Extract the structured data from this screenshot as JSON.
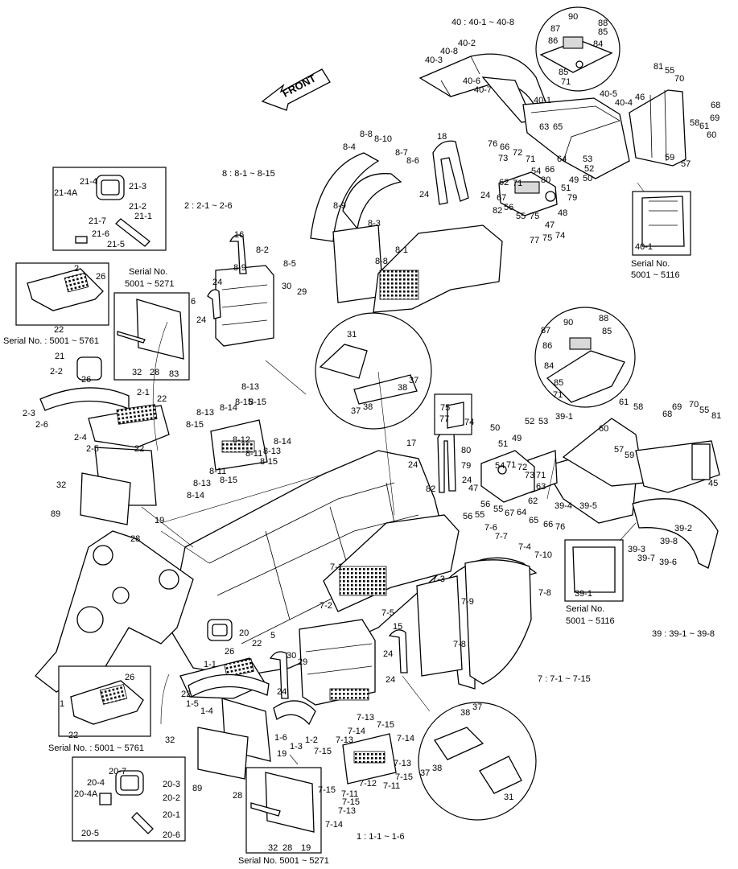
{
  "labels": {
    "front": "FRONT",
    "group_40": "40 : 40-1 ~ 40-8",
    "group_8": "8 : 8-1 ~ 8-15",
    "group_2": "2 : 2-1 ~ 2-6",
    "group_39": "39 : 39-1 ~ 39-8",
    "group_7": "7 : 7-1 ~ 7-15",
    "group_1": "1 : 1-1 ~ 1-6",
    "serial_top_right_a": "Serial No.",
    "serial_top_right_b": "5001 ~ 5116",
    "serial_mid_right_a": "Serial No.",
    "serial_mid_right_b": "5001 ~ 5116",
    "serial_left_5761_a": "Serial No. : 5001 ~ 5761",
    "serial_left_5271_a": "Serial No.",
    "serial_left_5271_b": "5001 ~ 5271",
    "serial_bottom_5761": "Serial No. : 5001 ~ 5761",
    "serial_bottom_5271": "Serial No. 5001 ~ 5271"
  },
  "callouts": [
    {
      "id": "c1",
      "text": "40-3"
    },
    {
      "id": "c2",
      "text": "40-8"
    },
    {
      "id": "c3",
      "text": "40-2"
    },
    {
      "id": "c4",
      "text": "40-6"
    },
    {
      "id": "c5",
      "text": "40-7"
    },
    {
      "id": "c6",
      "text": "40-1"
    },
    {
      "id": "c7",
      "text": "40-5"
    },
    {
      "id": "c8",
      "text": "40-4"
    },
    {
      "id": "c9",
      "text": "46"
    },
    {
      "id": "c10",
      "text": "90"
    },
    {
      "id": "c11",
      "text": "88"
    },
    {
      "id": "c12",
      "text": "87"
    },
    {
      "id": "c13",
      "text": "85"
    },
    {
      "id": "c14",
      "text": "86"
    },
    {
      "id": "c15",
      "text": "84"
    },
    {
      "id": "c16",
      "text": "85"
    },
    {
      "id": "c17",
      "text": "71"
    },
    {
      "id": "c18",
      "text": "81"
    },
    {
      "id": "c19",
      "text": "55"
    },
    {
      "id": "c20",
      "text": "70"
    },
    {
      "id": "c21",
      "text": "68"
    },
    {
      "id": "c22",
      "text": "69"
    },
    {
      "id": "c23",
      "text": "58"
    },
    {
      "id": "c24",
      "text": "61"
    },
    {
      "id": "c25",
      "text": "60"
    },
    {
      "id": "c26",
      "text": "59"
    },
    {
      "id": "c27",
      "text": "57"
    },
    {
      "id": "c28",
      "text": "63"
    },
    {
      "id": "c29",
      "text": "65"
    },
    {
      "id": "c30",
      "text": "76"
    },
    {
      "id": "c31",
      "text": "66"
    },
    {
      "id": "c32",
      "text": "73"
    },
    {
      "id": "c33",
      "text": "72"
    },
    {
      "id": "c34",
      "text": "71"
    },
    {
      "id": "c35",
      "text": "64"
    },
    {
      "id": "c36",
      "text": "53"
    },
    {
      "id": "c37",
      "text": "52"
    },
    {
      "id": "c38",
      "text": "50"
    },
    {
      "id": "c39",
      "text": "66"
    },
    {
      "id": "c40",
      "text": "49"
    },
    {
      "id": "c41",
      "text": "54"
    },
    {
      "id": "c42",
      "text": "80"
    },
    {
      "id": "c43",
      "text": "51"
    },
    {
      "id": "c44",
      "text": "62"
    },
    {
      "id": "c45",
      "text": "71"
    },
    {
      "id": "c46",
      "text": "67"
    },
    {
      "id": "c47",
      "text": "79"
    },
    {
      "id": "c48",
      "text": "56"
    },
    {
      "id": "c49",
      "text": "55"
    },
    {
      "id": "c50",
      "text": "75"
    },
    {
      "id": "c51",
      "text": "48"
    },
    {
      "id": "c52",
      "text": "47"
    },
    {
      "id": "c53",
      "text": "77"
    },
    {
      "id": "c54",
      "text": "75"
    },
    {
      "id": "c55",
      "text": "74"
    },
    {
      "id": "c56",
      "text": "40-1"
    },
    {
      "id": "c57",
      "text": "8-8"
    },
    {
      "id": "c58",
      "text": "8-10"
    },
    {
      "id": "c59",
      "text": "8-4"
    },
    {
      "id": "c60",
      "text": "8-7"
    },
    {
      "id": "c61",
      "text": "8-6"
    },
    {
      "id": "c62",
      "text": "18"
    },
    {
      "id": "c63",
      "text": "24"
    },
    {
      "id": "c64",
      "text": "24"
    },
    {
      "id": "c65",
      "text": "8-9"
    },
    {
      "id": "c66",
      "text": "82"
    },
    {
      "id": "c67",
      "text": "8-3"
    },
    {
      "id": "c68",
      "text": "8-1"
    },
    {
      "id": "c69",
      "text": "8-8"
    },
    {
      "id": "c70",
      "text": "21-4"
    },
    {
      "id": "c71",
      "text": "21-3"
    },
    {
      "id": "c72",
      "text": "21-4A"
    },
    {
      "id": "c73",
      "text": "21-2"
    },
    {
      "id": "c74",
      "text": "21-7"
    },
    {
      "id": "c75",
      "text": "21-1"
    },
    {
      "id": "c76",
      "text": "21-6"
    },
    {
      "id": "c77",
      "text": "21-5"
    },
    {
      "id": "c78",
      "text": "16"
    },
    {
      "id": "c79",
      "text": "8-2"
    },
    {
      "id": "c80",
      "text": "8-5"
    },
    {
      "id": "c81",
      "text": "8-9"
    },
    {
      "id": "c82",
      "text": "24"
    },
    {
      "id": "c83",
      "text": "30"
    },
    {
      "id": "c84",
      "text": "29"
    },
    {
      "id": "c85",
      "text": "6"
    },
    {
      "id": "c86",
      "text": "24"
    },
    {
      "id": "c87",
      "text": "2"
    },
    {
      "id": "c88",
      "text": "26"
    },
    {
      "id": "c89",
      "text": "22"
    },
    {
      "id": "c90",
      "text": "Serial No."
    },
    {
      "id": "c91",
      "text": "5001 ~ 5271"
    },
    {
      "id": "c92",
      "text": "32"
    },
    {
      "id": "c93",
      "text": "28"
    },
    {
      "id": "c94",
      "text": "83"
    },
    {
      "id": "c95",
      "text": "31"
    },
    {
      "id": "c96",
      "text": "37"
    },
    {
      "id": "c97",
      "text": "38"
    },
    {
      "id": "c98",
      "text": "37"
    },
    {
      "id": "c99",
      "text": "38"
    },
    {
      "id": "c100",
      "text": "21"
    },
    {
      "id": "c101",
      "text": "2-2"
    },
    {
      "id": "c102",
      "text": "26"
    },
    {
      "id": "c103",
      "text": "2-1"
    },
    {
      "id": "c104",
      "text": "22"
    },
    {
      "id": "c105",
      "text": "2-3"
    },
    {
      "id": "c106",
      "text": "2-6"
    },
    {
      "id": "c107",
      "text": "2-4"
    },
    {
      "id": "c108",
      "text": "2-5"
    },
    {
      "id": "c109",
      "text": "22"
    },
    {
      "id": "c110",
      "text": "32"
    },
    {
      "id": "c111",
      "text": "89"
    },
    {
      "id": "c112",
      "text": "19"
    },
    {
      "id": "c113",
      "text": "28"
    },
    {
      "id": "c114",
      "text": "8-13"
    },
    {
      "id": "c115",
      "text": "8-14"
    },
    {
      "id": "c116",
      "text": "8-15"
    },
    {
      "id": "c117",
      "text": "8-13"
    },
    {
      "id": "c118",
      "text": "8-15"
    },
    {
      "id": "c119",
      "text": "8-15"
    },
    {
      "id": "c120",
      "text": "8-12"
    },
    {
      "id": "c121",
      "text": "8-11"
    },
    {
      "id": "c122",
      "text": "8-14"
    },
    {
      "id": "c123",
      "text": "8-13"
    },
    {
      "id": "c124",
      "text": "8-15"
    },
    {
      "id": "c125",
      "text": "8-11"
    },
    {
      "id": "c126",
      "text": "8-13"
    },
    {
      "id": "c127",
      "text": "8-14"
    },
    {
      "id": "c128",
      "text": "8-15"
    },
    {
      "id": "c129",
      "text": "75"
    },
    {
      "id": "c130",
      "text": "77"
    },
    {
      "id": "c131",
      "text": "74"
    },
    {
      "id": "c132",
      "text": "17"
    },
    {
      "id": "c133",
      "text": "80"
    },
    {
      "id": "c134",
      "text": "24"
    },
    {
      "id": "c135",
      "text": "79"
    },
    {
      "id": "c136",
      "text": "24"
    },
    {
      "id": "c137",
      "text": "82"
    },
    {
      "id": "c138",
      "text": "47"
    },
    {
      "id": "c139",
      "text": "55"
    },
    {
      "id": "c140",
      "text": "50"
    },
    {
      "id": "c141",
      "text": "52"
    },
    {
      "id": "c142",
      "text": "53"
    },
    {
      "id": "c143",
      "text": "49"
    },
    {
      "id": "c144",
      "text": "51"
    },
    {
      "id": "c145",
      "text": "54"
    },
    {
      "id": "c146",
      "text": "71"
    },
    {
      "id": "c147",
      "text": "72"
    },
    {
      "id": "c148",
      "text": "73"
    },
    {
      "id": "c149",
      "text": "71"
    },
    {
      "id": "c150",
      "text": "63"
    },
    {
      "id": "c151",
      "text": "56"
    },
    {
      "id": "c152",
      "text": "55"
    },
    {
      "id": "c153",
      "text": "67"
    },
    {
      "id": "c154",
      "text": "64"
    },
    {
      "id": "c155",
      "text": "62"
    },
    {
      "id": "c156",
      "text": "65"
    },
    {
      "id": "c157",
      "text": "66"
    },
    {
      "id": "c158",
      "text": "76"
    },
    {
      "id": "c159",
      "text": "56"
    },
    {
      "id": "c160",
      "text": "39-1"
    },
    {
      "id": "c161",
      "text": "39-4"
    },
    {
      "id": "c162",
      "text": "39-5"
    },
    {
      "id": "c163",
      "text": "90"
    },
    {
      "id": "c164",
      "text": "88"
    },
    {
      "id": "c165",
      "text": "87"
    },
    {
      "id": "c166",
      "text": "85"
    },
    {
      "id": "c167",
      "text": "86"
    },
    {
      "id": "c168",
      "text": "84"
    },
    {
      "id": "c169",
      "text": "85"
    },
    {
      "id": "c170",
      "text": "71"
    },
    {
      "id": "c171",
      "text": "61"
    },
    {
      "id": "c172",
      "text": "58"
    },
    {
      "id": "c173",
      "text": "69"
    },
    {
      "id": "c174",
      "text": "70"
    },
    {
      "id": "c175",
      "text": "68"
    },
    {
      "id": "c176",
      "text": "55"
    },
    {
      "id": "c177",
      "text": "81"
    },
    {
      "id": "c178",
      "text": "60"
    },
    {
      "id": "c179",
      "text": "57"
    },
    {
      "id": "c180",
      "text": "59"
    },
    {
      "id": "c181",
      "text": "45"
    },
    {
      "id": "c182",
      "text": "39-2"
    },
    {
      "id": "c183",
      "text": "39-8"
    },
    {
      "id": "c184",
      "text": "39-3"
    },
    {
      "id": "c185",
      "text": "39-7"
    },
    {
      "id": "c186",
      "text": "39-6"
    },
    {
      "id": "c187",
      "text": "39-1"
    },
    {
      "id": "c188",
      "text": "7-6"
    },
    {
      "id": "c189",
      "text": "7-7"
    },
    {
      "id": "c190",
      "text": "7-4"
    },
    {
      "id": "c191",
      "text": "7-10"
    },
    {
      "id": "c192",
      "text": "7-3"
    },
    {
      "id": "c193",
      "text": "7-9"
    },
    {
      "id": "c194",
      "text": "7-8"
    },
    {
      "id": "c195",
      "text": "7-1"
    },
    {
      "id": "c196",
      "text": "7-8"
    },
    {
      "id": "c197",
      "text": "7-2"
    },
    {
      "id": "c198",
      "text": "7-5"
    },
    {
      "id": "c199",
      "text": "15"
    },
    {
      "id": "c200",
      "text": "24"
    },
    {
      "id": "c201",
      "text": "24"
    },
    {
      "id": "c202",
      "text": "5"
    },
    {
      "id": "c203",
      "text": "30"
    },
    {
      "id": "c204",
      "text": "29"
    },
    {
      "id": "c205",
      "text": "20"
    },
    {
      "id": "c206",
      "text": "26"
    },
    {
      "id": "c207",
      "text": "22"
    },
    {
      "id": "c208",
      "text": "1-1"
    },
    {
      "id": "c209",
      "text": "26"
    },
    {
      "id": "c210",
      "text": "1"
    },
    {
      "id": "c211",
      "text": "22"
    },
    {
      "id": "c212",
      "text": "22"
    },
    {
      "id": "c213",
      "text": "1-5"
    },
    {
      "id": "c214",
      "text": "1-4"
    },
    {
      "id": "c215",
      "text": "24"
    },
    {
      "id": "c216",
      "text": "1-6"
    },
    {
      "id": "c217",
      "text": "1-3"
    },
    {
      "id": "c218",
      "text": "1-2"
    },
    {
      "id": "c219",
      "text": "32"
    },
    {
      "id": "c220",
      "text": "19"
    },
    {
      "id": "c221",
      "text": "89"
    },
    {
      "id": "c222",
      "text": "28"
    },
    {
      "id": "c223",
      "text": "7-13"
    },
    {
      "id": "c224",
      "text": "7-15"
    },
    {
      "id": "c225",
      "text": "7-14"
    },
    {
      "id": "c226",
      "text": "7-13"
    },
    {
      "id": "c227",
      "text": "7-15"
    },
    {
      "id": "c228",
      "text": "7-14"
    },
    {
      "id": "c229",
      "text": "7-13"
    },
    {
      "id": "c230",
      "text": "7-15"
    },
    {
      "id": "c231",
      "text": "7-12"
    },
    {
      "id": "c232",
      "text": "7-11"
    },
    {
      "id": "c233",
      "text": "7-11"
    },
    {
      "id": "c234",
      "text": "7-15"
    },
    {
      "id": "c235",
      "text": "7-13"
    },
    {
      "id": "c236",
      "text": "7-14"
    },
    {
      "id": "c237",
      "text": "7-15"
    },
    {
      "id": "c238",
      "text": "38"
    },
    {
      "id": "c239",
      "text": "37"
    },
    {
      "id": "c240",
      "text": "37"
    },
    {
      "id": "c241",
      "text": "38"
    },
    {
      "id": "c242",
      "text": "31"
    },
    {
      "id": "c243",
      "text": "20-7"
    },
    {
      "id": "c244",
      "text": "20-4"
    },
    {
      "id": "c245",
      "text": "20-3"
    },
    {
      "id": "c246",
      "text": "20-4A"
    },
    {
      "id": "c247",
      "text": "20-2"
    },
    {
      "id": "c248",
      "text": "20-1"
    },
    {
      "id": "c249",
      "text": "20-5"
    },
    {
      "id": "c250",
      "text": "20-6"
    },
    {
      "id": "c251",
      "text": "32"
    },
    {
      "id": "c252",
      "text": "28"
    },
    {
      "id": "c253",
      "text": "19"
    }
  ]
}
